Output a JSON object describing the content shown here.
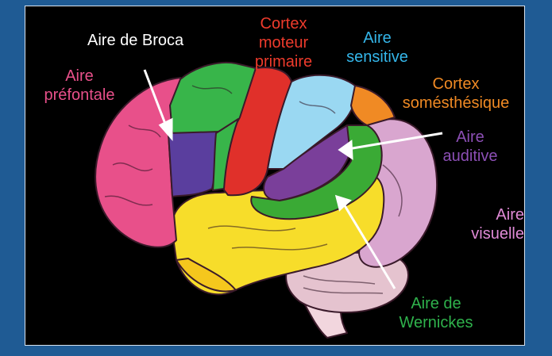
{
  "labels": {
    "broca": "Aire de Broca",
    "prefrontal_1": "Aire",
    "prefrontal_2": "préfontale",
    "motor_1": "Cortex",
    "motor_2": "moteur",
    "motor_3": "primaire",
    "sensory_1": "Aire",
    "sensory_2": "sensitive",
    "somesthetic_1": "Cortex",
    "somesthetic_2": "somésthésique",
    "auditory_1": "Aire",
    "auditory_2": "auditive",
    "visual_1": "Aire",
    "visual_2": "visuelle",
    "wernicke_1": "Aire de",
    "wernicke_2": "Wernickes"
  },
  "colors": {
    "background": "#1f5b94",
    "panel": "#000000",
    "prefrontal": "#e8508a",
    "broca": "#5a3e9e",
    "motor": "#e0302a",
    "premotor_green": "#38b54a",
    "sensory": "#9ad8f2",
    "somesthetic": "#f08a24",
    "auditory": "#7a3f9a",
    "wernicke": "#3aaa35",
    "temporal": "#f7dd2a",
    "occipital": "#d9a6cf",
    "cerebellum": "#e5c3cf",
    "brainstem": "#f2d6de",
    "arrow": "#ffffff"
  }
}
